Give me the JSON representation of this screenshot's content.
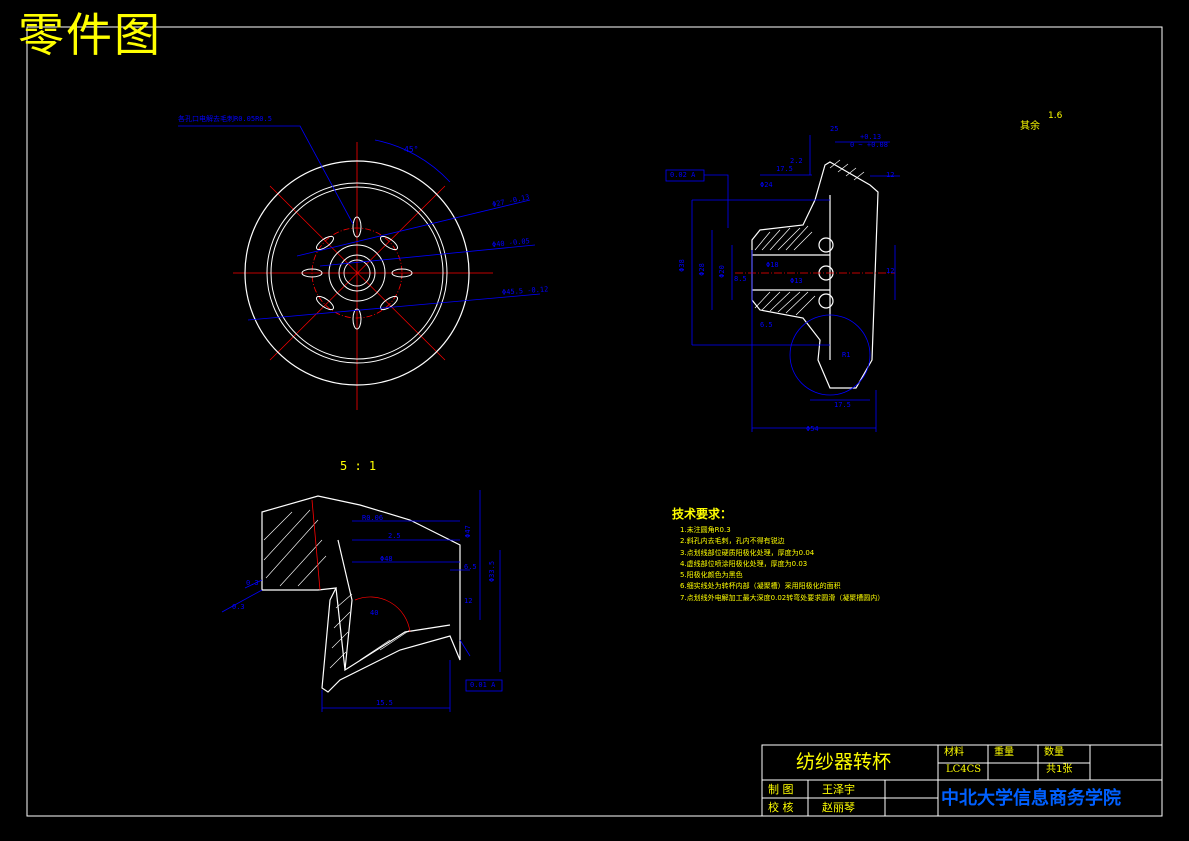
{
  "sheet_title": "零件图",
  "detail_scale_label": "5 : 1",
  "roughness": {
    "label": "其余",
    "value": "1.6"
  },
  "top_view": {
    "note": "各孔口电解去毛刺R0.05R0.5",
    "angle": "45°",
    "dims": [
      "Φ27 -0.13",
      "Φ40 -0.05",
      "Φ45.5 -0.12"
    ]
  },
  "section_view": {
    "dims": [
      "25",
      "+0.13",
      "0 ~ +0.08",
      "2.2",
      "17.5",
      "Φ24",
      "12",
      "Φ18",
      "8.5",
      "Φ13",
      "12",
      "R1",
      "17.5",
      "Φ54",
      "Φ38",
      "Φ28",
      "Φ20",
      "6.5"
    ],
    "tolerance_frame": "0.02 A"
  },
  "detail_view": {
    "dims": [
      "R0.06",
      "2.5",
      "Φ48",
      "Φ47",
      "Φ33.5",
      "0.3",
      "6.5",
      "12",
      "40",
      "0.3",
      "15.5"
    ],
    "tolerance_frame": "0.01 A"
  },
  "tech_requirements": {
    "title": "技术要求：",
    "items": [
      "1.未注圆角R0.3",
      "2.斜孔内去毛刺，孔内不得有锐边",
      "3.点划线部位硬质阳极化处理，厚度为0.04",
      "4.虚线部位喷涂阳极化处理，厚度为0.03",
      "5.阳极化颜色为黑色",
      "6.细实线处为转杯内部（凝聚槽）采用阳极化的面积",
      "7.点划线外电解加工最大深度0.02转弯处要求圆滑（凝聚槽圆内）"
    ]
  },
  "title_block": {
    "part_name": "纺纱器转杯",
    "headers": [
      "材料",
      "重量",
      "数量"
    ],
    "material": "LC4CS",
    "sheets": "共1张",
    "roles": [
      {
        "role": "制 图",
        "name": "王泽宇"
      },
      {
        "role": "校 核",
        "name": "赵丽琴"
      }
    ],
    "school": "中北大学信息商务学院"
  },
  "colors": {
    "background": "#000000",
    "outline": "#ffffff",
    "dimension": "#0000ff",
    "centerline": "#ff0000",
    "text": "#ffff00"
  }
}
